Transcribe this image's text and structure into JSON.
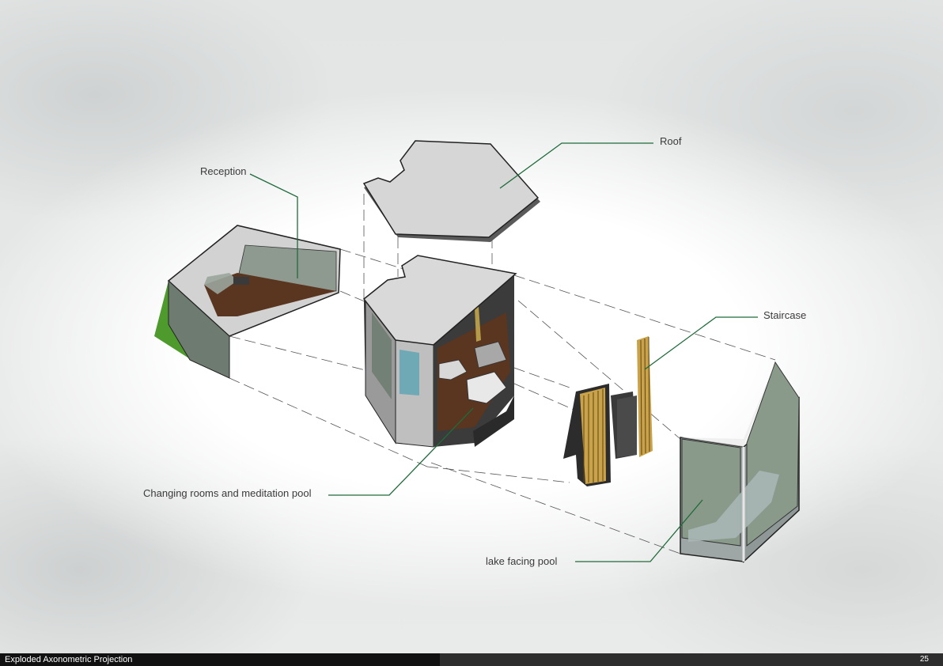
{
  "labels": {
    "roof": "Roof",
    "reception": "Reception",
    "staircase": "Staircase",
    "changing_rooms": "Changing rooms and meditation pool",
    "lake_pool": "lake facing pool"
  },
  "footer": {
    "title": "Exploded Axonometric Projection",
    "page_number": "25"
  },
  "colors": {
    "leader_line": "#1f6b3a",
    "roof_fill": "#d4d4d4",
    "floor_brown": "#5a3520",
    "glass_green": "#8fa08f",
    "grass_green": "#4e9a2c"
  }
}
